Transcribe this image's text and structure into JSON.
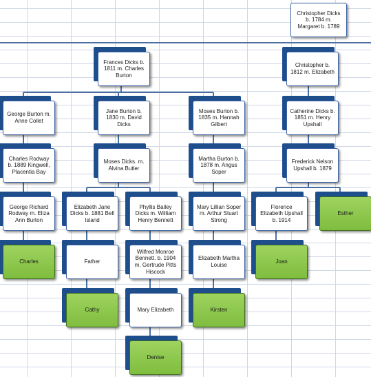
{
  "nodes": {
    "christopher_sr": "Christopher Dicks b. 1784 m. Margaret b. 1789",
    "frances": "Frances Dicks b. 1811 m. Charles Burton",
    "christopher_jr": "Christopher b. 1812 m. Elizabeth",
    "george_burton": "George Burton m. Anne Collet",
    "jane_burton": "Jane Burton b. 1830 m. David Dicks",
    "moses_burton": "Moses Burton b. 1835 m. Hannah Gilbert",
    "catherine": "Catherine Dicks b. 1851 m. Henry Upshall",
    "charles_rodway": "Charles Rodway b. 1889 Kingwell, Placentia Bay",
    "moses_dicks": "Moses Dicks. m. Alvina Butler",
    "martha_burton": "Martha Burton b. 1878 m. Angus Soper",
    "frederick": "Frederick Nelson Upshall b. 1879",
    "george_richard": "George Richard Rodway m. Eliza Ann Burton",
    "elizabeth_jane": "Elizabeth Jane Dicks b. 1881 Bell Island",
    "phyllis": "Phyllis Bailey Dicks m. William Henry Bennett",
    "mary_lillian": "Mary Lillian Soper m. Arthur Stuart Strong",
    "florence": "Florence Elizabeth Upshall b. 1914",
    "esther": "Esther",
    "charles": "Charles",
    "father": "Father",
    "wilfred": "Wilfred Monroe Bennett. b. 1904 m. Gertrude Pitts Hiscock",
    "elizabeth_martha": "Elizabeth Martha Louise",
    "joan": "Joan",
    "cathy": "Cathy",
    "mary_elizabeth": "Mary Elizabeth",
    "kirsten": "Kirsten",
    "denise": "Denise"
  },
  "colors": {
    "box_border": "#3b63a6",
    "box_shadow": "#1f4e8c",
    "leaf_green": "#8cc84b",
    "connector": "#4a6fa0"
  }
}
